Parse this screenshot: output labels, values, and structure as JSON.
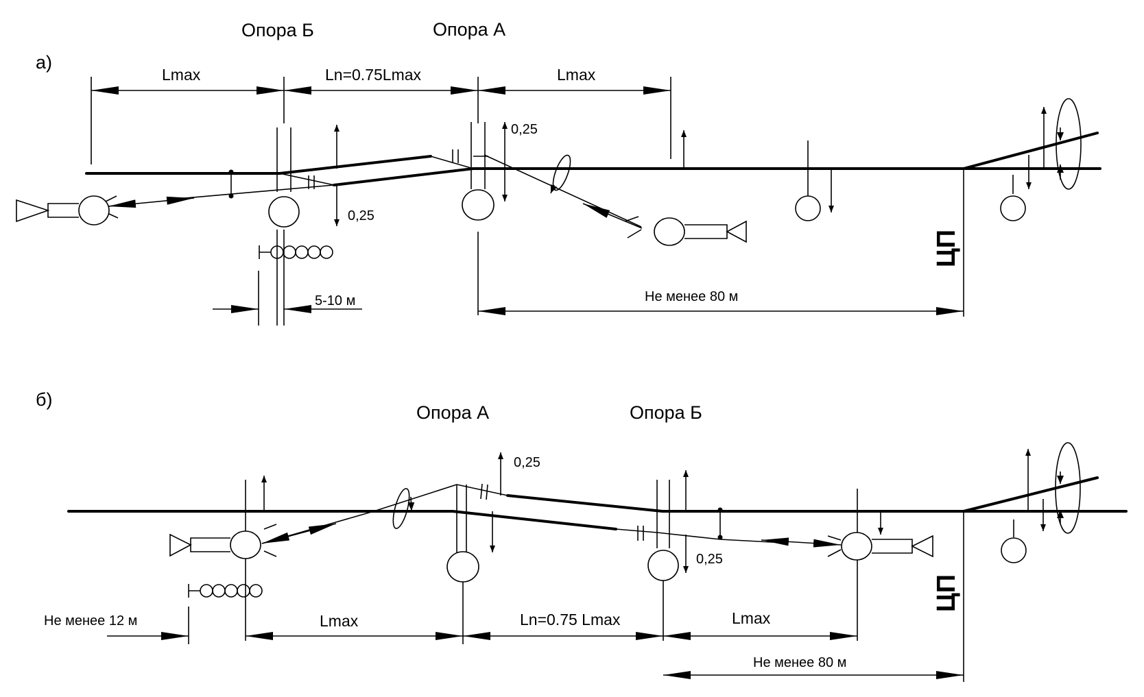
{
  "panel_a": {
    "label": "а)",
    "support_b": "Опора Б",
    "support_a": "Опора А",
    "dim_left": "Lmax",
    "dim_mid": "Ln=0.75Lmax",
    "dim_right": "Lmax",
    "offset_top": "0,25",
    "offset_bottom": "0,25",
    "dim_signal": "5-10 м",
    "dim_bottom": "Не менее 80 м",
    "center_label": "ЦП"
  },
  "panel_b": {
    "label": "б)",
    "support_a": "Опора А",
    "support_b": "Опора Б",
    "dim_signal": "Не менее 12 м",
    "dim_left": "Lmax",
    "dim_mid": "Ln=0.75 Lmax",
    "dim_right": "Lmax",
    "offset_top": "0,25",
    "offset_bottom": "0,25",
    "dim_bottom": "Не менее 80 м",
    "center_label": "ЦП"
  }
}
